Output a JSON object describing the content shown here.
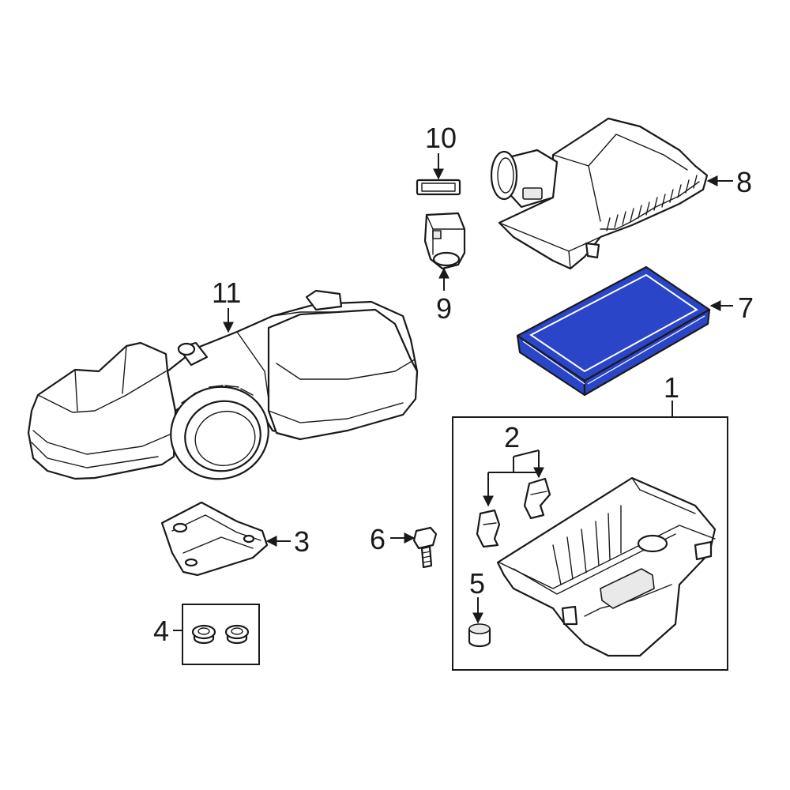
{
  "callouts": {
    "c1": "1",
    "c2": "2",
    "c3": "3",
    "c4": "4",
    "c5": "5",
    "c6": "6",
    "c7": "7",
    "c8": "8",
    "c9": "9",
    "c10": "10",
    "c11": "11"
  },
  "colors": {
    "line": "#1a1a1a",
    "highlight_fill": "#2a45c8",
    "highlight_frame": "#ffffff",
    "background": "#ffffff"
  }
}
